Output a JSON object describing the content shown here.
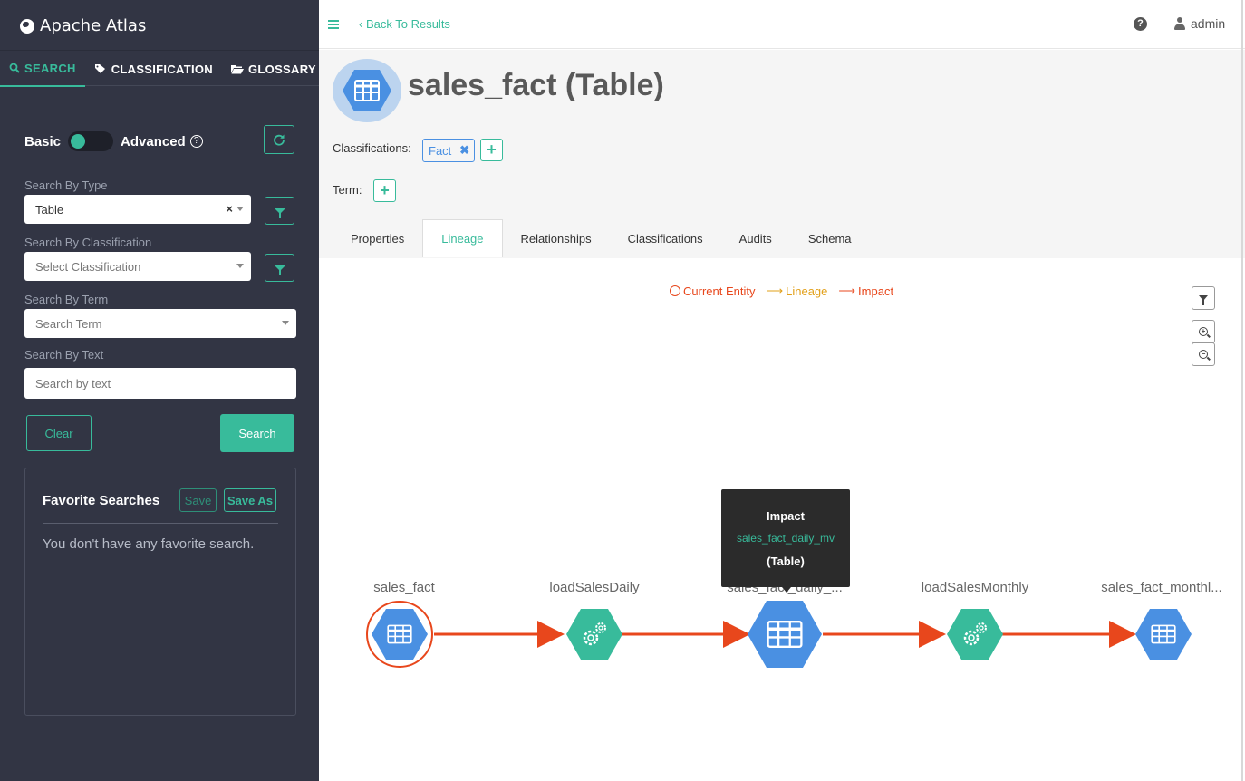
{
  "sidebar": {
    "brand": "Apache Atlas",
    "tabs": [
      {
        "label": "SEARCH",
        "icon": "search-icon",
        "active": true
      },
      {
        "label": "CLASSIFICATION",
        "icon": "tag-icon",
        "active": false
      },
      {
        "label": "GLOSSARY",
        "icon": "folder-open-icon",
        "active": false
      }
    ],
    "toggle": {
      "basic": "Basic",
      "advanced": "Advanced"
    },
    "type": {
      "label": "Search By Type",
      "value": "Table"
    },
    "classification": {
      "label": "Search By Classification",
      "placeholder": "Select Classification"
    },
    "term": {
      "label": "Search By Term",
      "placeholder": "Search Term"
    },
    "text": {
      "label": "Search By Text",
      "placeholder": "Search by text"
    },
    "buttons": {
      "clear": "Clear",
      "search": "Search"
    },
    "favorites": {
      "title": "Favorite Searches",
      "save": "Save",
      "save_as": "Save As",
      "empty": "You don't have any favorite search."
    }
  },
  "header": {
    "back_label": "Back To Results",
    "user": "admin"
  },
  "entity": {
    "title": "sales_fact (Table)",
    "classifications_label": "Classifications:",
    "classification_tag": "Fact",
    "term_label": "Term:"
  },
  "tabs": [
    {
      "label": "Properties",
      "active": false
    },
    {
      "label": "Lineage",
      "active": true
    },
    {
      "label": "Relationships",
      "active": false
    },
    {
      "label": "Classifications",
      "active": false
    },
    {
      "label": "Audits",
      "active": false
    },
    {
      "label": "Schema",
      "active": false
    }
  ],
  "lineage": {
    "legend": {
      "current": "Current Entity",
      "lineage": "Lineage",
      "impact": "Impact"
    },
    "colors": {
      "accent": "#38bb9b",
      "impact": "#e8471c",
      "lineage": "#e2a01a",
      "table": "#4a90e2",
      "process": "#38bb9b"
    },
    "tooltip": {
      "title": "Impact",
      "name": "sales_fact_daily_mv",
      "type": "(Table)"
    },
    "nodes": [
      {
        "label": "sales_fact",
        "kind": "table",
        "current": true
      },
      {
        "label": "loadSalesDaily",
        "kind": "process",
        "current": false
      },
      {
        "label": "sales_fact_daily_...",
        "kind": "table",
        "current": false
      },
      {
        "label": "loadSalesMonthly",
        "kind": "process",
        "current": false
      },
      {
        "label": "sales_fact_monthl...",
        "kind": "table",
        "current": false
      }
    ]
  }
}
